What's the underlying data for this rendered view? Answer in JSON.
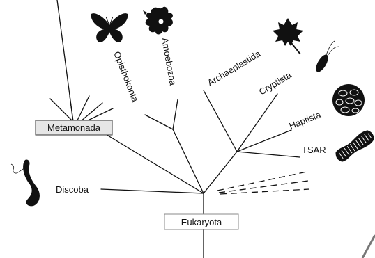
{
  "labels": {
    "metamonada": "Metamonada",
    "opisthokonta": "Opisthokonta",
    "amoebozoa": "Amoebozoa",
    "archaeplastida": "Archaeplastida",
    "cryptista": "Cryptista",
    "haptista": "Haptista",
    "tsar": "TSAR",
    "discoba": "Discoba",
    "eukaryota": "Eukaryota"
  },
  "icons": {
    "opisthokonta": "butterfly-icon",
    "amoebozoa": "amoeba-icon",
    "archaeplastida": "leaf-icon",
    "cryptista": "cryptomonad-icon",
    "haptista": "coccolithophore-icon",
    "tsar": "diatom-icon",
    "discoba": "euglena-icon"
  },
  "colors": {
    "line": "#111111",
    "metamonada_box_fill": "#e6e6e6",
    "eukaryota_box_border": "#888888"
  }
}
